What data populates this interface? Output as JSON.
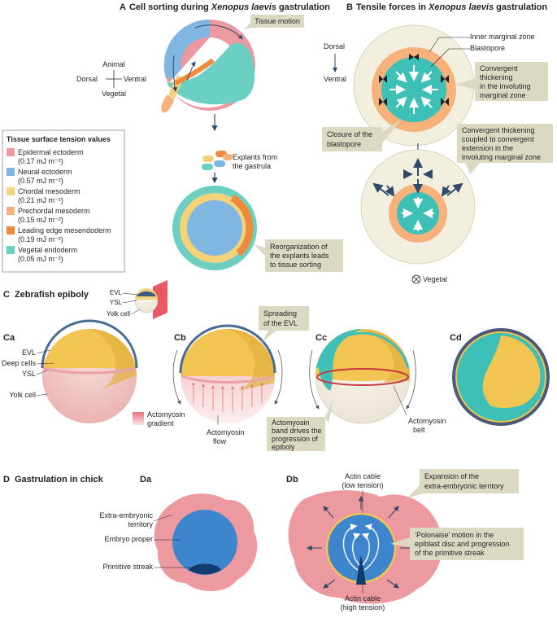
{
  "panelA": {
    "title_letter": "A",
    "title_pre": "Cell sorting during ",
    "title_italic": "Xenopus laevis",
    "title_post": " gastrulation",
    "tissue_motion": "Tissue motion",
    "axis": {
      "animal": "Animal",
      "dorsal": "Dorsal",
      "ventral": "Ventral",
      "vegetal": "Vegetal"
    },
    "explants_line1": "Explants from",
    "explants_line2": "the gastrula",
    "reorg_line1": "Reorganization of",
    "reorg_line2": "the explants leads",
    "reorg_line3": "to tissue sorting"
  },
  "legend": {
    "title": "Tissue surface tension values",
    "items": [
      {
        "name": "Epidermal ectoderm",
        "value": "(0.17 mJ m⁻²)",
        "color": "#ec9aa0"
      },
      {
        "name": "Neural ectoderm",
        "value": "(0.57 mJ m⁻²)",
        "color": "#7fb6e2"
      },
      {
        "name": "Chordal mesoderm",
        "value": "(0.21 mJ m⁻²)",
        "color": "#f2d27a"
      },
      {
        "name": "Prechordal mesoderm",
        "value": "(0.15 mJ m⁻²)",
        "color": "#f6b27a"
      },
      {
        "name": "Leading edge mesendoderm",
        "value": "(0.19 mJ m⁻²)",
        "color": "#ee8a3c"
      },
      {
        "name": "Vegetal endoderm",
        "value": "(0.05 mJ m⁻²)",
        "color": "#6ccfc4"
      }
    ]
  },
  "panelB": {
    "title_letter": "B",
    "title_pre": "Tensile forces in ",
    "title_italic": "Xenopus laevis",
    "title_post": " gastrulation",
    "dorsal": "Dorsal",
    "ventral": "Ventral",
    "inner_marginal_zone": "Inner marginal zone",
    "blastopore": "Blastopore",
    "conv_line1": "Convergent",
    "conv_line2": "thickening",
    "conv_line3": "in the involuting",
    "conv_line4": "marginal zone",
    "closure_line1": "Closure of the",
    "closure_line2": "blastopore",
    "coupled_line1": "Convergent thickening",
    "coupled_line2": "coupled to convergent",
    "coupled_line3": "extension in the",
    "coupled_line4": "involuting marginal zone",
    "vegetal": "Vegetal"
  },
  "panelC": {
    "title_letter": "C",
    "title": "Zebrafish epiboly",
    "inset": {
      "evl": "EVL",
      "ysl": "YSL",
      "yolk_cell": "Yolk cell"
    },
    "sub": [
      "Ca",
      "Cb",
      "Cc",
      "Cd"
    ],
    "ca_labels": {
      "evl": "EVL",
      "deep": "Deep cells",
      "ysl": "YSL",
      "yolk": "Yolk cell"
    },
    "gradient_line1": "Actomyosin",
    "gradient_line2": "gradient",
    "flow_line1": "Actomyosin",
    "flow_line2": "flow",
    "spreading_line1": "Spreading",
    "spreading_line2": "of the EVL",
    "band_line1": "Actomyosin",
    "band_line2": "band drives the",
    "band_line3": "progression of",
    "band_line4": "epiboly",
    "belt_line1": "Actomyosin",
    "belt_line2": "belt"
  },
  "panelD": {
    "title_letter": "D",
    "title": "Gastrulation in chick",
    "da": "Da",
    "db": "Db",
    "extra_line1": "Extra-embryonic",
    "extra_line2": "territory",
    "embryo_proper": "Embryo proper",
    "primitive_streak": "Primitive streak",
    "actin_top_line1": "Actin cable",
    "actin_top_line2": "(low tension)",
    "actin_bottom_line1": "Actin cable",
    "actin_bottom_line2": "(high tension)",
    "expansion_line1": "Expansion of the",
    "expansion_line2": "extra-embryonic territory",
    "polonaise_line1": "‘Polonaise’ motion in the",
    "polonaise_line2": "epiblast disc and progression",
    "polonaise_line3": "of the primitive streak"
  }
}
